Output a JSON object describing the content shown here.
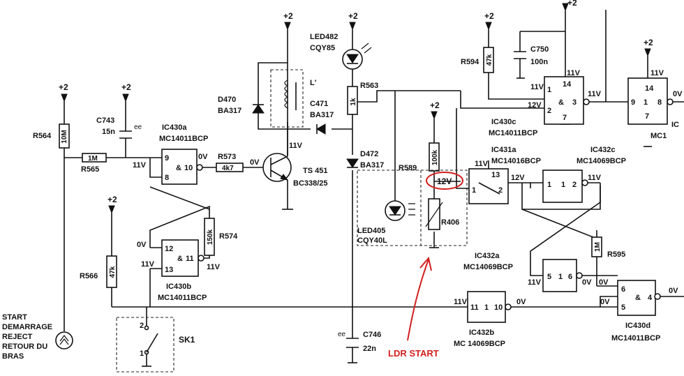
{
  "rails": {
    "supply": "+2"
  },
  "components": {
    "r564": {
      "ref": "R564",
      "value": "10M"
    },
    "r565": {
      "ref": "R565",
      "value": "1M"
    },
    "c743": {
      "ref": "C743",
      "value": "15n",
      "polarity": "ee"
    },
    "ic430a": {
      "ref": "IC430a",
      "part": "MC14011BCP",
      "pin_a": "9",
      "pin_b": "8",
      "pin_out": "10",
      "op": "&"
    },
    "r573": {
      "ref": "R573",
      "value": "4k7"
    },
    "ts451": {
      "ref": "TS 451",
      "part": "BC338/25"
    },
    "d470": {
      "ref": "D470",
      "part": "BA317"
    },
    "l": {
      "ref": "L'"
    },
    "c471": {
      "ref": "C471",
      "part": "BA317"
    },
    "led482": {
      "ref": "LED482",
      "part": "CQY85"
    },
    "r563": {
      "ref": "R563",
      "value": "1k"
    },
    "d472": {
      "ref": "D472",
      "part": "BA317"
    },
    "r589": {
      "ref": "R589",
      "value": "100k"
    },
    "r574": {
      "ref": "R574",
      "value": "150k"
    },
    "ic430b": {
      "ref": "IC430b",
      "part": "MC14011BCP",
      "pin_a": "12",
      "pin_b": "13",
      "pin_out": "11",
      "op": "&"
    },
    "r566": {
      "ref": "R566",
      "value": "47k"
    },
    "led405": {
      "ref": "LED405",
      "part": "CQY40L"
    },
    "r406": {
      "ref": "R406"
    },
    "c746": {
      "ref": "C746",
      "value": "22n",
      "polarity": "ee"
    },
    "r594": {
      "ref": "R594",
      "value": "47k"
    },
    "c750": {
      "ref": "C750",
      "value": "100n"
    },
    "ic430c": {
      "ref": "IC430c",
      "part": "MC14011BCP",
      "pin_a": "1",
      "pin_b": "2",
      "pin_top": "14",
      "pin_bot": "7",
      "pin_out": "3",
      "op": "&"
    },
    "ic431a": {
      "ref": "IC431a",
      "part": "MC14016BCP",
      "pin_1": "1",
      "pin_13": "13",
      "pin_2": "2"
    },
    "ic432c": {
      "ref": "IC432c",
      "part": "MC14069BCP",
      "pin_in": "1",
      "pin_out": "2",
      "pin_mid": "1"
    },
    "ic432a": {
      "ref": "IC432a",
      "part": "MC14069BCP",
      "pin_in": "5",
      "pin_out": "6",
      "pin_mid": "1"
    },
    "ic432b": {
      "ref": "IC432b",
      "part": "MC 14069BCP",
      "pin_in": "11",
      "pin_out": "10",
      "pin_mid": "1"
    },
    "r595": {
      "ref": "R595",
      "value": "1M"
    },
    "ic430d": {
      "ref": "IC430d",
      "part": "MC14011BCP",
      "pin_a": "6",
      "pin_b": "5",
      "pin_out": "4",
      "op": "&"
    },
    "ic_right": {
      "ref": "IC",
      "part": "MC1",
      "pin_a": "9",
      "pin_mid": "1",
      "pin_out": "8",
      "pin_top": "14",
      "pin_bot": "7"
    },
    "sk1": {
      "ref": "SK1",
      "pin_top": "2",
      "pin_bot": "1"
    }
  },
  "voltages": {
    "v0": "0V",
    "v11": "11V",
    "v12": "12V",
    "v12_hl": "12V"
  },
  "switch_label": [
    "START",
    "DEMARRAGE",
    "REJECT",
    "RETOUR DU",
    "BRAS"
  ],
  "annotation": {
    "text": "LDR START",
    "color": "#d21f1f"
  }
}
